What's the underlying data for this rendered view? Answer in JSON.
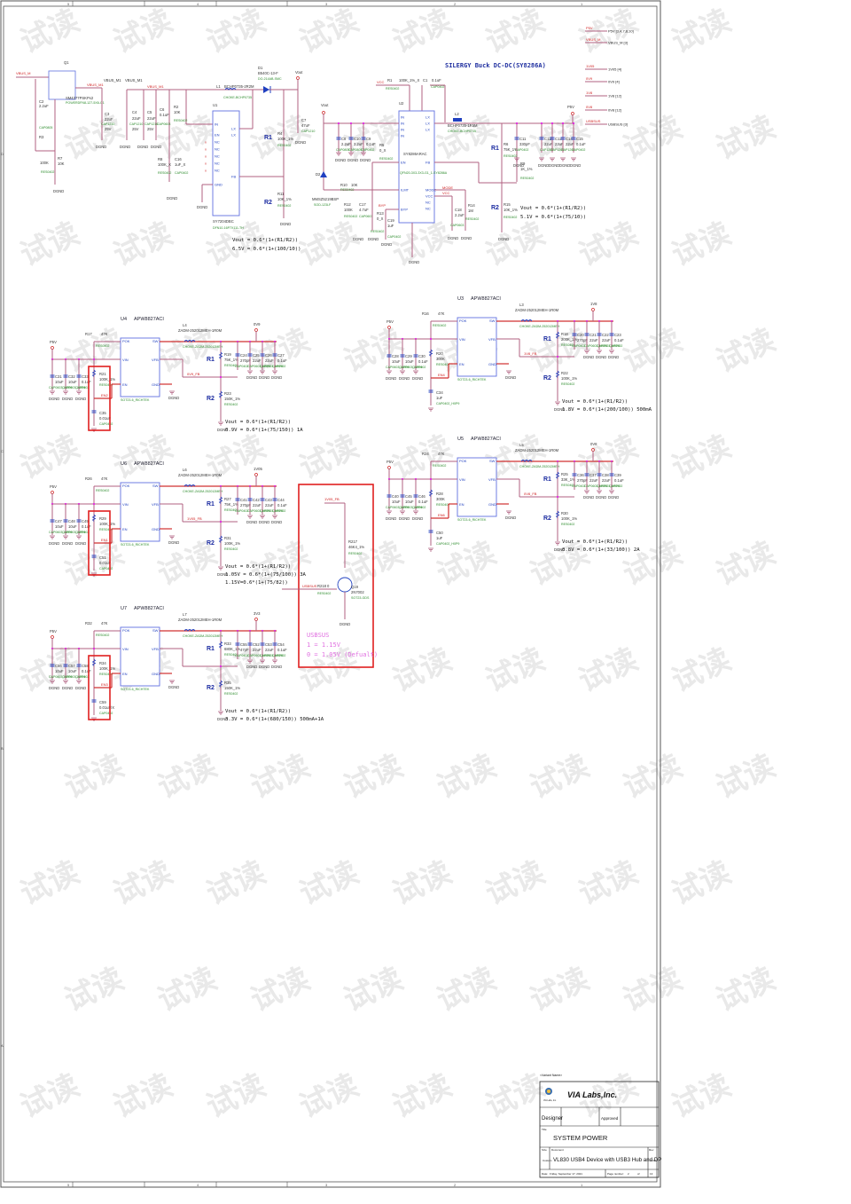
{
  "sheet": {
    "title_block": {
      "variant_name": "<Variant Name>",
      "company": "VIA Labs,Inc.",
      "logo_caption": "VIA Labs, Inc.",
      "designer_label": "Designer",
      "approved_label": "Approved",
      "title_label": "Title",
      "title": "SYSTEM POWER",
      "size_label": "Size",
      "size": "Custom",
      "document_label": "Document",
      "document": "VL830 USB4 Device with USB3 Hub and DP",
      "rev_label": "Rev",
      "rev": "1.00",
      "date_label": "Date:",
      "date": "Friday, September 17, 2021",
      "page_label": "Page number:",
      "page": "2",
      "of_label": "of",
      "pages": "13"
    },
    "zones_top": [
      "5",
      "4",
      "3",
      "2",
      "1"
    ],
    "zones_bottom": [
      "5",
      "4",
      "3",
      "2",
      "1"
    ],
    "zones_side": [
      "D",
      "C",
      "B",
      "A"
    ],
    "watermark": "试读"
  },
  "offpage": [
    {
      "net": "P5V",
      "label": "P5V  [3,4,7,8,10]"
    },
    {
      "net": "VBUS_M",
      "label": "VBUS_M  [3]"
    },
    {
      "net": "1V05",
      "label": "1V05  [4]"
    },
    {
      "net": "0V9",
      "label": "0V9  [4]"
    },
    {
      "net": "1V8",
      "label": "1V8  [12]"
    },
    {
      "net": "0V8",
      "label": "0V8  [12]"
    },
    {
      "net": "USBSUS",
      "label": "USBSUS  [3]"
    }
  ],
  "block1": {
    "q1_ref": "Q1",
    "q1_part": "SM4377PSKPx2",
    "q1_fp": "POWERDFN8-127-5X6-G1",
    "vbus_m": "VBUS_M",
    "vbus_m1": "VBUS_M1",
    "c2": "C2",
    "c2_val": "2.2uF",
    "c2_fp": "CAP0805",
    "r3": "R3",
    "r3_val": "100K",
    "r7": "R7",
    "r7_val": "10K",
    "r7_fp": "RES0402",
    "c3": "C3",
    "c3_val": "22uF",
    "c3_fp": "CAP1210",
    "c3_v": "25V",
    "c4": "C4",
    "c4_val": "22uF",
    "c4_fp": "CAP1210",
    "c4_v": "25V",
    "c5": "C5",
    "c5_val": "22uF",
    "c5_fp": "CAP1210",
    "c5_v": "25V",
    "c6": "C6",
    "c6_val": "0.1uF",
    "c6_fp": "CAP0603",
    "r2": "R2",
    "r2_val": "10K",
    "r2_fp": "RES0402",
    "r8": "R8",
    "r8_val": "100K_X",
    "r8_fp": "RES0402",
    "c16": "C16",
    "c16_val": "1uF_X",
    "c16_fp": "CAP0402",
    "l1": "L1",
    "l1_part": "BCHP0735-2R2M",
    "l1_fp": "CHOKE-BCHP0735",
    "u1": "U1",
    "u1_part": "SY7204DBC",
    "u1_fp": "DFN10-16P7X111-TH",
    "d1": "D1",
    "d1_part": "B540C-13-F",
    "d1_fp": "DO-214AB-SMC",
    "vout": "Vout",
    "r4": "R4",
    "r4_val": "100K_1%",
    "r4_fp": "RES0402",
    "r11": "R11",
    "r11_val": "10K_1%",
    "r11_fp": "RES0402",
    "c7": "C7",
    "c7_val": "47uF",
    "c7_fp": "CAP1210",
    "pins_left": [
      "IN",
      "EN",
      "NC",
      "NC",
      "NC",
      "NC",
      "NC",
      "GND"
    ],
    "pins_right": [
      "LX",
      "LX",
      "FB"
    ],
    "eq1": "Vout = 0.6*(1+(R1/R2))",
    "eq2": "6.5V = 0.6*(1+(100/10))",
    "gnd": "DGND"
  },
  "block2": {
    "title": "SILERGY Buck DC-DC(SY8286A)",
    "u2": "U2",
    "u2_part": "SY8286ARAC",
    "u2_fp": "QFN20-3X3-3X3-G1_1-SY8286A",
    "vcc": "VCC",
    "r1": "R1",
    "r1_val": "100K_1%_X",
    "r1_fp": "RES0402",
    "c1": "C1",
    "c1_val": "0.1uF",
    "c1_fp": "CAP0402",
    "l2": "L2",
    "l2_part": "BCHP0735-1R5M",
    "l2_fp": "CHOKE-BCHP0735",
    "p5v": "P5V",
    "vout": "Vout",
    "caps_in": [
      {
        "ref": "C8",
        "val": "2.2uF",
        "fp": "CAP0805"
      },
      {
        "ref": "C10",
        "val": "2.2uF",
        "fp": "CAP0805"
      },
      {
        "ref": "C9",
        "val": "0.1uF",
        "fp": "CAP0402"
      }
    ],
    "r5": "R5",
    "r5_val": "0_X",
    "r5_fp": "RES0402",
    "d2": "D2",
    "d2_part": "MMSZ5219BSP",
    "d2_fp": "SOD-123LF",
    "r10": "R10",
    "r10_val": "10K",
    "r10_fp": "RES0402",
    "r12": "R12",
    "r12_val": "100K",
    "r12_fp": "RES0402",
    "c17": "C17",
    "c17_val": "4.7uF",
    "c17_fp": "CAP0603",
    "r13": "R13",
    "r13_val": "0_X",
    "r13_fp": "RES0402",
    "c19": "C19",
    "c19_val": "1uF",
    "c19_fp": "CAP0402",
    "c18": "C18",
    "c18_val": "2.2uF",
    "c18_fp": "CAP0603",
    "r14": "R14",
    "r14_val": "1M",
    "r14_fp": "RES0402",
    "r6": "R6",
    "r6_val": "75K_1%",
    "r6_fp": "RES0402",
    "r9": "R9",
    "r9_val": "1K_1%",
    "r9_fp": "RES0402",
    "r15": "R15",
    "r15_val": "10K_1%",
    "r15_fp": "RES0402",
    "caps_out": [
      {
        "ref": "C11",
        "val": "330pF",
        "fp": "CAP0402"
      },
      {
        "ref": "C12",
        "val": "22uF",
        "fp": "CAP1206"
      },
      {
        "ref": "C13",
        "val": "22uF",
        "fp": "CAP1206"
      },
      {
        "ref": "C14",
        "val": "22uF",
        "fp": "CAP1206"
      },
      {
        "ref": "C15",
        "val": "0.1uF",
        "fp": "CAP0402"
      }
    ],
    "pins_left": [
      "IN",
      "IN",
      "IN",
      "IN",
      "EN",
      "ILMT",
      "BYP"
    ],
    "pins_right": [
      "LX",
      "LX",
      "LX",
      "FB",
      "MODE",
      "VCC",
      "NC",
      "NC"
    ],
    "mode": "MODE",
    "byp": "BYP",
    "vcc2": "VCC",
    "eq1": "Vout = 0.6*(1+(R1/R2))",
    "eq2": "5.1V = 0.6*(1+(75/10))",
    "gnd": "DGND"
  },
  "regulators": [
    {
      "id": "u4",
      "ref": "U4",
      "part": "APW8827ACI",
      "fp": "SOT23-6_RICHTEK",
      "rpok": "R17",
      "rpok_val": "47K",
      "rpok_fp": "RES0402",
      "rail": "0V9",
      "fb": "0V9_FB",
      "en": "EN2",
      "l": "L4",
      "l_part": "ZADM-252012MEH-1R0M",
      "l_fp": "CHOKE-ZADM-252012MEH",
      "cin": [
        {
          "ref": "C31",
          "val": "10uF",
          "fp": "CAP0603_H0P9"
        },
        {
          "ref": "C32",
          "val": "10uF",
          "fp": "CAP0603_H0P9"
        },
        {
          "ref": "C33",
          "val": "0.1uF",
          "fp": "CAP0402"
        }
      ],
      "ren": "R21",
      "ren_val": "100K_1%",
      "ren_fp": "RES0402",
      "cen": "C35",
      "cen_val": "0.01uF",
      "cen_fp": "CAP0402",
      "rtop": "R19",
      "rtop_val": "75K_1%",
      "rtop_fp": "RES0402",
      "rbot": "R23",
      "rbot_val": "150K_1%",
      "rbot_fp": "RES0402",
      "cout": [
        {
          "ref": "C24",
          "val": "270pF",
          "fp": "CAP0402"
        },
        {
          "ref": "C25",
          "val": "22uF",
          "fp": "CAP0603_H0P9"
        },
        {
          "ref": "C26",
          "val": "22uF",
          "fp": "CAP0603_H0P9"
        },
        {
          "ref": "C27",
          "val": "0.1uF",
          "fp": "CAP0402"
        }
      ],
      "eq": [
        "Vout = 0.6*(1+(R1/R2))",
        "0.9V = 0.6*(1+(75/150)) 1A"
      ],
      "highlight_en": true
    },
    {
      "id": "u3",
      "ref": "U3",
      "part": "APW8827ACI",
      "fp": "SOT23-6_RICHTEK",
      "rpok": "R16",
      "rpok_val": "47K",
      "rpok_fp": "RES0402",
      "rail": "1V8",
      "fb": "1V8_FB",
      "en": "EN4",
      "l": "L3",
      "l_part": "ZADM-252012MEH-1R0M",
      "l_fp": "CHOKE-ZADM-252012MEH",
      "cin": [
        {
          "ref": "C28",
          "val": "10uF",
          "fp": "CAP0603_H0P9"
        },
        {
          "ref": "C29",
          "val": "10uF",
          "fp": "CAP0603_H0P9"
        },
        {
          "ref": "C30",
          "val": "0.1uF",
          "fp": "CAP0402"
        }
      ],
      "ren": "R20",
      "ren_val": "300K",
      "ren_fp": "RES0402",
      "cen": "C34",
      "cen_val": "1uF",
      "cen_fp": "CAP0402_H0P9",
      "rtop": "R18",
      "rtop_val": "200K_1%",
      "rtop_fp": "RES0402",
      "rbot": "R22",
      "rbot_val": "100K_1%",
      "rbot_fp": "RES0402",
      "cout": [
        {
          "ref": "C20",
          "val": "270pF",
          "fp": "CAP0402"
        },
        {
          "ref": "C21",
          "val": "22uF",
          "fp": "CAP0603_H0P9"
        },
        {
          "ref": "C22",
          "val": "22uF",
          "fp": "CAP0603_H0P9"
        },
        {
          "ref": "C23",
          "val": "0.1uF",
          "fp": "CAP0402"
        }
      ],
      "eq": [
        "Vout = 0.6*(1+(R1/R2))",
        "1.8V = 0.6*(1+(200/100)) 500mA"
      ],
      "highlight_en": false
    },
    {
      "id": "u6",
      "ref": "U6",
      "part": "APW8827ACI",
      "fp": "SOT23-6_RICHTEK",
      "rpok": "R26",
      "rpok_val": "47K",
      "rpok_fp": "RES0402",
      "rail": "1V05",
      "fb": "1V05_FB",
      "en": "EN1",
      "l": "L6",
      "l_part": "ZADM-252012MEH-1R0M",
      "l_fp": "CHOKE-ZADM-252012MEH",
      "cin": [
        {
          "ref": "C47",
          "val": "10uF",
          "fp": "CAP0603_H0P9"
        },
        {
          "ref": "C48",
          "val": "10uF",
          "fp": "CAP0603_H0P9"
        },
        {
          "ref": "C49",
          "val": "0.1uF",
          "fp": "CAP0402"
        }
      ],
      "ren": "R29",
      "ren_val": "100K_1%",
      "ren_fp": "RES0402",
      "cen": "C51",
      "cen_val": "0.01uF",
      "cen_fp": "CAP0402",
      "rtop": "R27",
      "rtop_val": "75K_1%",
      "rtop_fp": "RES0402",
      "rbot": "R31",
      "rbot_val": "100K_1%",
      "rbot_fp": "RES0402",
      "cout": [
        {
          "ref": "C41",
          "val": "270pF",
          "fp": "CAP0402"
        },
        {
          "ref": "C42",
          "val": "22uF",
          "fp": "CAP0603_H0P9"
        },
        {
          "ref": "C43",
          "val": "22uF",
          "fp": "CAP0603_H0P9"
        },
        {
          "ref": "C44",
          "val": "0.1uF",
          "fp": "CAP0402"
        }
      ],
      "eq": [
        "Vout = 0.6*(1+(R1/R2))",
        "1.05V = 0.6*(1+(75/100)) 3A",
        "1.15V=0.6*(1+(75/82))"
      ],
      "highlight_en": true
    },
    {
      "id": "u5",
      "ref": "U5",
      "part": "APW8827ACI",
      "fp": "SOT23-6_RICHTEK",
      "rpok": "R24",
      "rpok_val": "47K",
      "rpok_fp": "RES0402",
      "rail": "0V8",
      "fb": "0V8_FB",
      "en": "EN6",
      "l": "L5",
      "l_part": "ZADM-252012MEH-1R0M",
      "l_fp": "CHOKE-ZADM-252012MEH",
      "cin": [
        {
          "ref": "C40",
          "val": "10uF",
          "fp": "CAP0603_H0P9"
        },
        {
          "ref": "C45",
          "val": "10uF",
          "fp": "CAP0603_H0P9"
        },
        {
          "ref": "C46",
          "val": "0.1uF",
          "fp": "CAP0402"
        }
      ],
      "ren": "R28",
      "ren_val": "300K",
      "ren_fp": "RES0402",
      "cen": "C50",
      "cen_val": "1uF",
      "cen_fp": "CAP0402_H0P9",
      "rtop": "R25",
      "rtop_val": "33K_1%",
      "rtop_fp": "RES0402",
      "rbot": "R30",
      "rbot_val": "100K_1%",
      "rbot_fp": "RES0402",
      "cout": [
        {
          "ref": "C36",
          "val": "270pF",
          "fp": "CAP0402"
        },
        {
          "ref": "C37",
          "val": "22uF",
          "fp": "CAP0603_H0P9"
        },
        {
          "ref": "C38",
          "val": "22uF",
          "fp": "CAP0603_H0P9"
        },
        {
          "ref": "C39",
          "val": "0.1uF",
          "fp": "CAP0402"
        }
      ],
      "eq": [
        "Vout = 0.6*(1+(R1/R2))",
        "0.8V = 0.6*(1+(33/100)) 2A"
      ],
      "highlight_en": false
    },
    {
      "id": "u7",
      "ref": "U7",
      "part": "APW8827ACI",
      "fp": "SOT23-6_RICHTEK",
      "rpok": "R32",
      "rpok_val": "47K",
      "rpok_fp": "RES0402",
      "rail": "3V3",
      "fb": "",
      "en": "EN3",
      "l": "L7",
      "l_part": "ZADM-252012MEH-1R0M",
      "l_fp": "CHOKE-ZADM-252012MEH",
      "cin": [
        {
          "ref": "C56",
          "val": "10uF",
          "fp": "CAP0603_H0P9"
        },
        {
          "ref": "C57",
          "val": "10uF",
          "fp": "CAP0603_H0P9"
        },
        {
          "ref": "C58",
          "val": "0.1uF",
          "fp": "CAP0402"
        }
      ],
      "ren": "R34",
      "ren_val": "100K_1%",
      "ren_fp": "RES0402",
      "cen": "C59",
      "cen_val": "0.01uF/X",
      "cen_fp": "CAP0402",
      "rtop": "R33",
      "rtop_val": "680K_1%",
      "rtop_fp": "RES0402",
      "rbot": "R35",
      "rbot_val": "150K_1%",
      "rbot_fp": "RES0402",
      "cout": [
        {
          "ref": "C55",
          "val": "47pF",
          "fp": "CAP0402"
        },
        {
          "ref": "C52",
          "val": "22uF",
          "fp": "CAP0603_H0P9"
        },
        {
          "ref": "C53",
          "val": "22uF",
          "fp": "CAP0603_H0P9"
        },
        {
          "ref": "C54",
          "val": "0.1uF",
          "fp": "CAP0402"
        }
      ],
      "eq": [
        "Vout = 0.6*(1+(R1/R2))",
        "3.3V = 0.6*(1+(680/150)) 500mA+1A"
      ],
      "highlight_en": true
    }
  ],
  "common": {
    "p5v": "P5V",
    "dgnd": "DGND",
    "r1": "R1",
    "r2": "R2",
    "pin_pok": "POK",
    "pin_vin": "VIN",
    "pin_en": "EN",
    "pin_sw": "SW",
    "pin_vfb": "VFB",
    "pin_gnd": "GND"
  },
  "usbsus_block": {
    "fb_net": "1V05_FB",
    "r217": "R217",
    "r217_val": "46K4_1%",
    "r217_fp": "RES0402",
    "q19": "Q19",
    "q19_part": "2N7002",
    "q19_fp": "SOT23-GDS",
    "r218": "R218",
    "r218_val": "0",
    "r218_fp": "RES0402",
    "net_in": "USBSUS",
    "note": [
      "USBSUS",
      "1 = 1.15V",
      "0 = 1.05V (Defualt)"
    ],
    "gnd": "DGND"
  }
}
